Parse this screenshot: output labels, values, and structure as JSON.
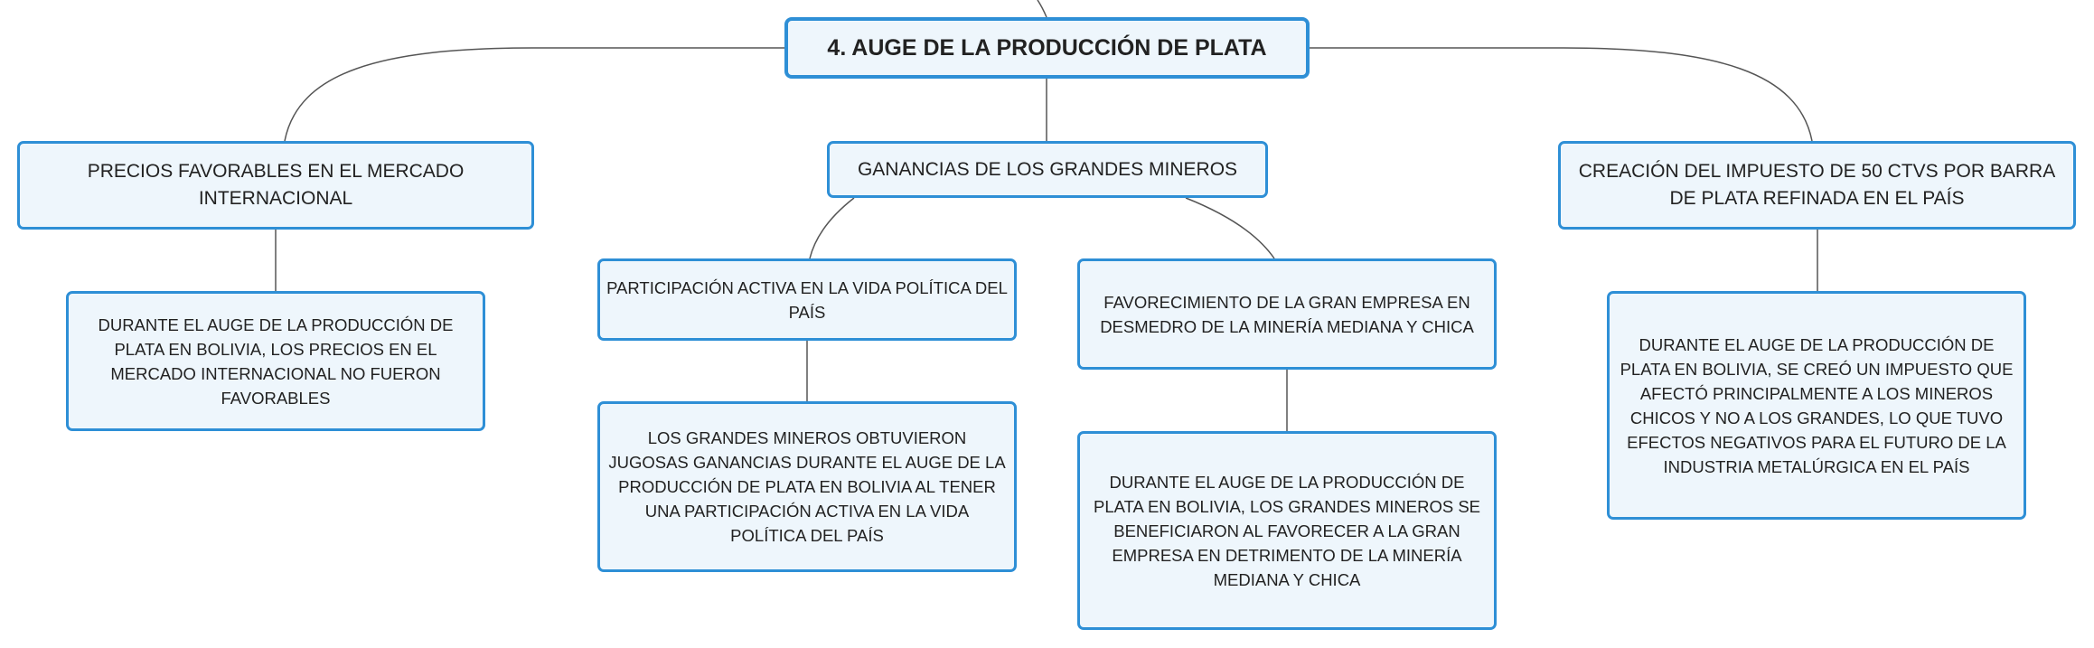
{
  "diagram": {
    "colors": {
      "node_border": "#2e8fd6",
      "node_fill": "#eef6fc",
      "connector": "#555555",
      "text": "#222222"
    },
    "root": {
      "label": "4. AUGE DE LA PRODUCCIÓN DE PLATA"
    },
    "branches": [
      {
        "label": "PRECIOS FAVORABLES EN EL MERCADO INTERNACIONAL",
        "children": [
          {
            "label": "DURANTE EL AUGE DE LA PRODUCCIÓN DE PLATA EN BOLIVIA, LOS PRECIOS EN EL MERCADO INTERNACIONAL NO FUERON FAVORABLES"
          }
        ]
      },
      {
        "label": "GANANCIAS DE LOS GRANDES MINEROS",
        "children": [
          {
            "label": "PARTICIPACIÓN ACTIVA EN LA VIDA POLÍTICA DEL PAÍS",
            "children": [
              {
                "label": "LOS GRANDES MINEROS OBTUVIERON JUGOSAS GANANCIAS DURANTE EL AUGE DE LA PRODUCCIÓN DE PLATA EN BOLIVIA AL TENER UNA PARTICIPACIÓN ACTIVA EN LA VIDA POLÍTICA DEL PAÍS"
              }
            ]
          },
          {
            "label": "FAVORECIMIENTO DE LA GRAN EMPRESA EN DESMEDRO DE LA MINERÍA MEDIANA Y CHICA",
            "children": [
              {
                "label": "DURANTE EL AUGE DE LA PRODUCCIÓN DE PLATA EN BOLIVIA, LOS GRANDES MINEROS SE BENEFICIARON AL FAVORECER A LA GRAN EMPRESA EN DETRIMENTO DE LA MINERÍA MEDIANA Y CHICA"
              }
            ]
          }
        ]
      },
      {
        "label": "CREACIÓN DEL IMPUESTO DE 50 CTVS POR BARRA DE PLATA REFINADA EN EL PAÍS",
        "children": [
          {
            "label": "DURANTE EL AUGE DE LA PRODUCCIÓN DE PLATA EN BOLIVIA, SE CREÓ UN IMPUESTO QUE AFECTÓ PRINCIPALMENTE A LOS MINEROS CHICOS Y NO A LOS GRANDES, LO QUE TUVO EFECTOS NEGATIVOS PARA EL FUTURO DE LA INDUSTRIA METALÚRGICA EN EL PAÍS"
          }
        ]
      }
    ]
  }
}
